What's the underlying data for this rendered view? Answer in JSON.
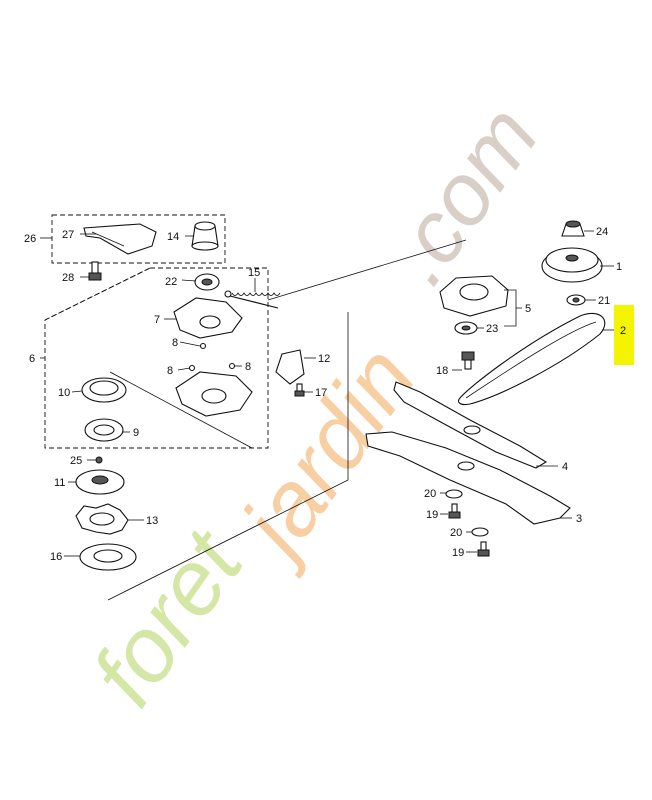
{
  "watermark": {
    "part1": "foret",
    "part2": "jardin",
    "part3": ".com",
    "colors": {
      "green": "#c7e08a",
      "orange": "#f6c48c",
      "brown": "#cbbfb3"
    }
  },
  "highlight": {
    "label": "2",
    "color": "#f4f400"
  },
  "callouts": {
    "c1": "1",
    "c2": "2",
    "c3": "3",
    "c4": "4",
    "c5": "5",
    "c6": "6",
    "c7": "7",
    "c8a": "8",
    "c8b": "8",
    "c9": "9",
    "c10": "10",
    "c11": "11",
    "c12": "12",
    "c13": "13",
    "c14": "14",
    "c15": "15",
    "c16": "16",
    "c17": "17",
    "c18": "18",
    "c19a": "19",
    "c19b": "19",
    "c20a": "20",
    "c20b": "20",
    "c21": "21",
    "c22": "22",
    "c23": "23",
    "c24": "24",
    "c25": "25",
    "c26": "26",
    "c27": "27",
    "c28": "28"
  }
}
